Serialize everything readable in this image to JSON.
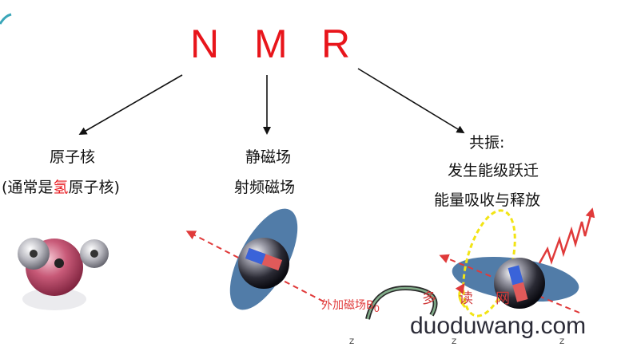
{
  "title": {
    "letters": [
      "N",
      "M",
      "R"
    ]
  },
  "columns": [
    {
      "line1": "原子核",
      "line2_pre": "(通常是",
      "line2_hl": "氢",
      "line2_post": "原子核)"
    },
    {
      "line1": "静磁场",
      "line2": "射频磁场"
    },
    {
      "line1": "共振:",
      "line2": "发生能级跃迁",
      "line3": "能量吸收与释放"
    }
  ],
  "field_label": {
    "text": "外加磁场B",
    "subscript": "0"
  },
  "watermark": {
    "site_text": "duoduwang.com",
    "cn_chars": [
      "多",
      "读",
      "网"
    ]
  },
  "footer_axis_labels": [
    "Z",
    "Z",
    "Z"
  ],
  "colors": {
    "accent": "#e8151b",
    "text": "#111111",
    "ellipse": "#3e6e9e",
    "arrow": "#e03a3a",
    "yellow": "#f2e415"
  }
}
